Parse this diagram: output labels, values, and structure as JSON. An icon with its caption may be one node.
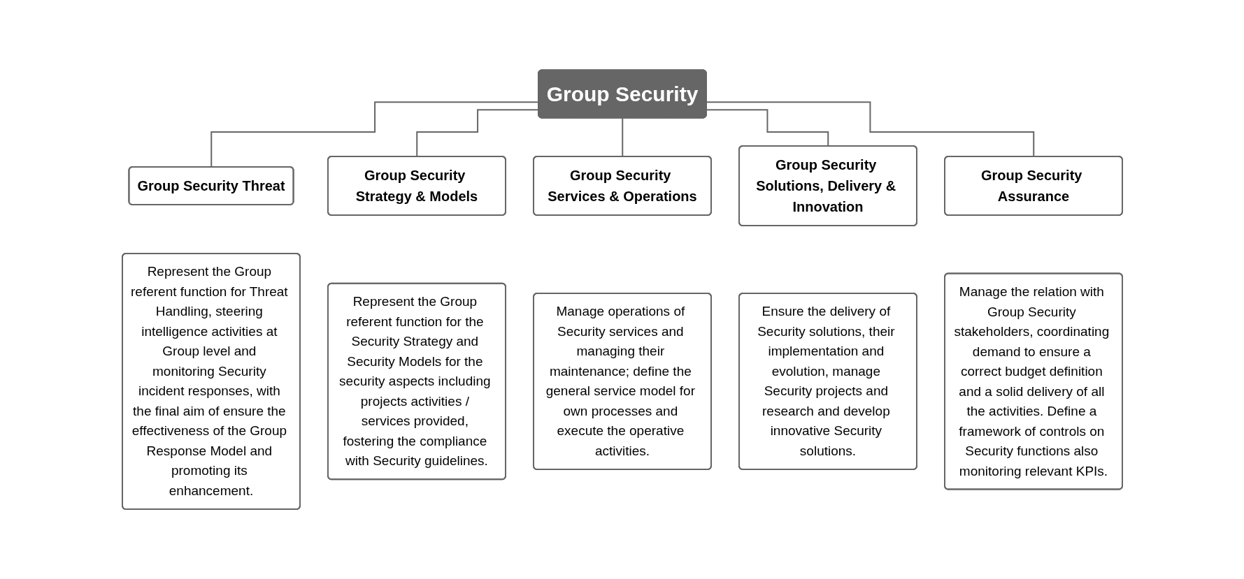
{
  "diagram": {
    "nodes": [
      {
        "text": [
          "Group Security"
        ]
      },
      {
        "text": [
          "Group Security Threat"
        ]
      },
      {
        "text": [
          "Group Security Strategy & Models"
        ]
      },
      {
        "text": [
          "Group Security Services & Operations"
        ]
      },
      {
        "text": [
          "Group Security Solutions, Delivery & Innovation"
        ]
      },
      {
        "text": [
          "Group Security Assurance"
        ]
      },
      {
        "text": [
          "Represent the Group referent function for Threat Handling, steering intelligence activities at Group level and monitoring Security incident responses, with the final aim of ensure the effectiveness of the Group Response Model and promoting its enhancement."
        ]
      },
      {
        "text": [
          "Represent the Group referent function for the Security Strategy and Security Models for the security aspects including projects activities / services provided, fostering the compliance with Security guidelines."
        ]
      },
      {
        "text": [
          "Manage operations of Security services and managing their maintenance; define the general service model for own processes and execute the operative activities."
        ]
      },
      {
        "text": [
          "Ensure the delivery of Security solutions, their implementation and evolution, manage Security projects and research and develop innovative Security solutions."
        ]
      },
      {
        "text": [
          "Manage the relation with Group Security stakeholders, coordinating demand to ensure a correct budget definition and a solid delivery of all the activities. Define a framework of controls on Security functions also monitoring relevant KPIs."
        ]
      }
    ],
    "edges": [
      {
        "from": 0,
        "to": 1,
        "arrow": "none"
      },
      {
        "from": 0,
        "to": 2,
        "arrow": "none"
      },
      {
        "from": 0,
        "to": 3,
        "arrow": "none"
      },
      {
        "from": 0,
        "to": 4,
        "arrow": "none"
      },
      {
        "from": 0,
        "to": 5,
        "arrow": "none"
      }
    ]
  }
}
